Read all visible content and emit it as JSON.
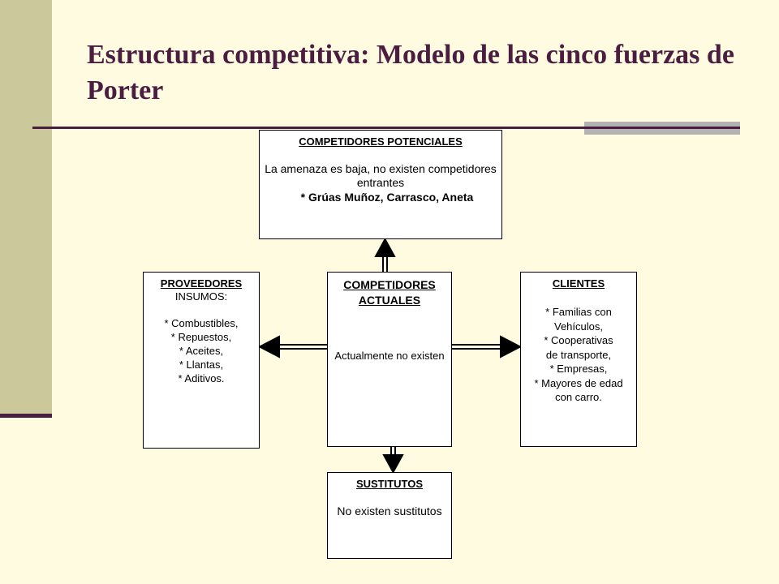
{
  "slide": {
    "title": "Estructura competitiva: Modelo de las cinco fuerzas de Porter",
    "accent_color": "#4b1e41",
    "band_color": "#cbc99b",
    "background_color": "#fffbe0"
  },
  "diagram": {
    "potential": {
      "heading": "COMPETIDORES POTENCIALES",
      "description": "La amenaza es baja, no existen competidores entrantes",
      "examples": "* Grúas Muñoz, Carrasco, Aneta"
    },
    "suppliers": {
      "heading": "PROVEEDORES",
      "subheading": "INSUMOS:",
      "items": [
        "* Combustibles,",
        "* Repuestos,",
        "* Aceites,",
        "* Llantas,",
        "* Aditivos."
      ]
    },
    "current": {
      "heading": "COMPETIDORES ACTUALES",
      "description": "Actualmente no existen"
    },
    "clients": {
      "heading": "CLIENTES",
      "items": [
        "* Familias con",
        "Vehículos,",
        "* Cooperativas",
        "de transporte,",
        "* Empresas,",
        "* Mayores de edad",
        "con carro."
      ]
    },
    "substitutes": {
      "heading": "SUSTITUTOS",
      "description": "No existen sustitutos"
    }
  }
}
